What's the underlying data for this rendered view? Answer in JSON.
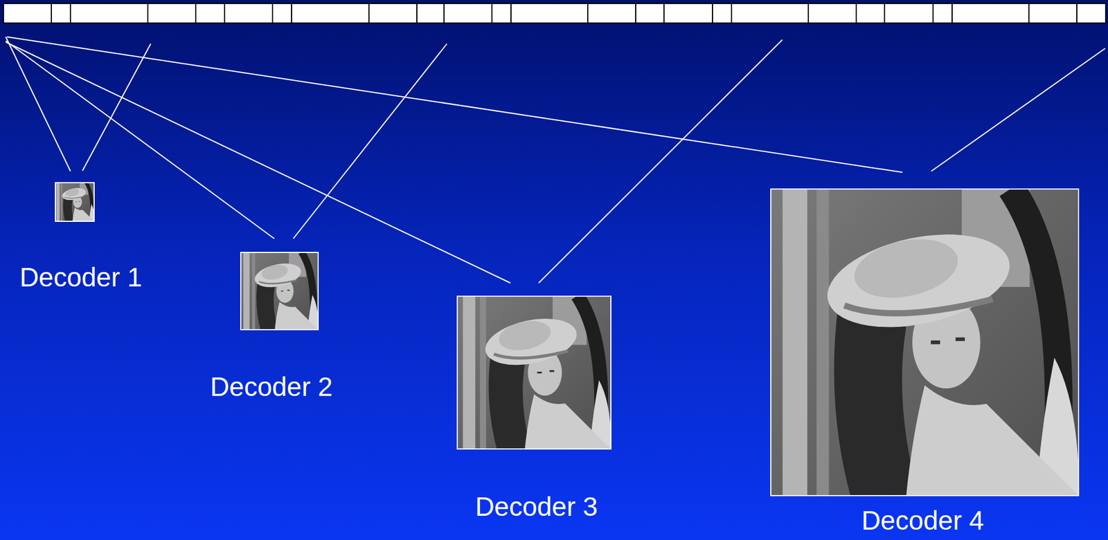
{
  "diagram": {
    "nodes": [
      {
        "text": [
          "Decoder 1"
        ]
      },
      {
        "text": [
          "Decoder 2"
        ]
      },
      {
        "text": [
          "Decoder 3"
        ]
      },
      {
        "text": [
          "Decoder 4"
        ]
      }
    ]
  }
}
